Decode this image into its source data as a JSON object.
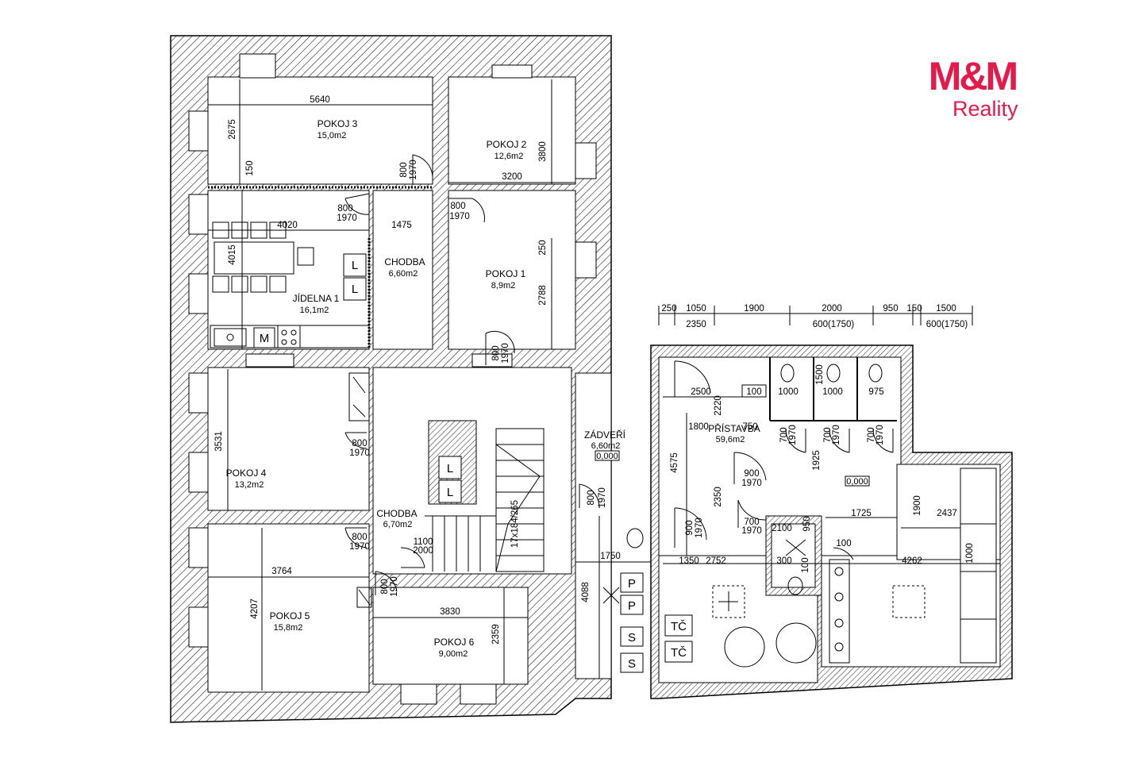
{
  "brand": {
    "logo_text": "M&M",
    "sub_text": "Reality",
    "color": "#e6194b"
  },
  "rooms": [
    {
      "id": "pokoj3",
      "name": "POKOJ 3",
      "area": "15,0m2"
    },
    {
      "id": "pokoj2",
      "name": "POKOJ 2",
      "area": "12,6m2"
    },
    {
      "id": "pokoj1",
      "name": "POKOJ 1",
      "area": "8,9m2"
    },
    {
      "id": "chodba1",
      "name": "CHODBA",
      "area": "6,60m2"
    },
    {
      "id": "jidelna",
      "name": "JÍDELNA 1",
      "area": "16,1m2"
    },
    {
      "id": "pokoj4",
      "name": "POKOJ 4",
      "area": "13,2m2"
    },
    {
      "id": "chodba2",
      "name": "CHODBA",
      "area": "6,70m2"
    },
    {
      "id": "pokoj5",
      "name": "POKOJ 5",
      "area": "15,8m2"
    },
    {
      "id": "pokoj6",
      "name": "POKOJ 6",
      "area": "9,00m2"
    },
    {
      "id": "zadveri",
      "name": "ZÁDVEŘÍ",
      "area": "6,60m2",
      "level": "0,000"
    },
    {
      "id": "pristavba",
      "name": "PŘÍSTAVBA",
      "area": "59,6m2"
    }
  ],
  "levels": [
    "0,000"
  ],
  "top_dimensions": {
    "row1": [
      "250",
      "1050",
      "1900",
      "2000",
      "950",
      "150",
      "1500"
    ],
    "row2": [
      "2350",
      "600(1750)",
      "600(1750)"
    ]
  },
  "dimensions": [
    "5640",
    "2675",
    "150",
    "3800",
    "3200",
    "800",
    "1970",
    "800",
    "1970",
    "800",
    "1970",
    "4020",
    "1475",
    "4015",
    "250",
    "2788",
    "800",
    "1970",
    "3531",
    "800",
    "1970",
    "800",
    "1970",
    "3764",
    "4207",
    "1100",
    "2000",
    "800",
    "1970",
    "3830",
    "2359",
    "17x184/265",
    "800",
    "1970",
    "1750",
    "4088",
    "2500",
    "2220",
    "100",
    "1000",
    "1000",
    "975",
    "1500",
    "1800",
    "750",
    "700",
    "1970",
    "700",
    "1970",
    "700",
    "1970",
    "4575",
    "1925",
    "900",
    "1970",
    "2350",
    "900",
    "1970",
    "700",
    "1970",
    "2100",
    "950",
    "1725",
    "1900",
    "2437",
    "100",
    "2752",
    "1350",
    "300",
    "100",
    "4262",
    "1000"
  ],
  "fixtures": {
    "cabinet_l": "L",
    "microwave_m": "M",
    "heat_pump": "TČ",
    "p_label": "P",
    "s_label": "S"
  }
}
